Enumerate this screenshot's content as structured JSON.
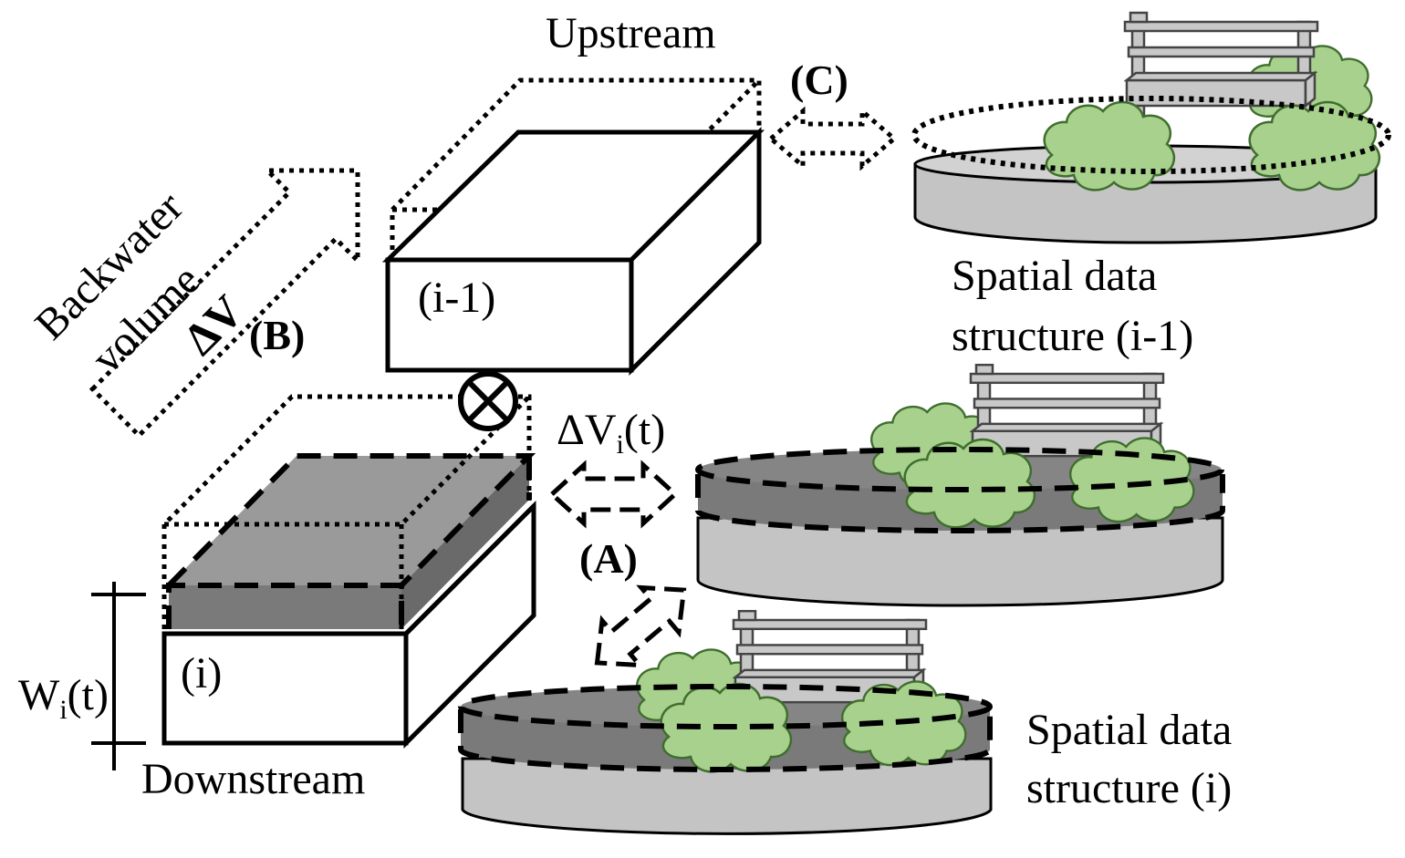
{
  "labels": {
    "upstream": "Upstream",
    "downstream": "Downstream",
    "cell_upstream": "(i-1)",
    "cell_downstream": "(i)",
    "label_a": "(A)",
    "label_b": "(B)",
    "label_c": "(C)",
    "delta_v_prefix": "ΔV",
    "delta_v_sub": "i",
    "delta_v_suffix": "(t)",
    "w_prefix": "W",
    "w_sub": "i",
    "w_suffix": "(t)",
    "backwater_line1": "Backwater",
    "backwater_line2": "volume",
    "backwater_symbol": "ΔV",
    "spatial_upper_line1": "Spatial data",
    "spatial_upper_line2": "structure (i-1)",
    "spatial_lower_line1": "Spatial data",
    "spatial_lower_line2": "structure (i)"
  },
  "colors": {
    "water_dark": "#7a7a7a",
    "water_mid": "#9a9a9a",
    "ground": "#c4c4c4",
    "bush": "#a8d18d",
    "bench": "#c8c8c8"
  },
  "icons": {
    "valve": "circle-cross-icon",
    "bench": "bench-icon",
    "bush": "bush-icon"
  }
}
